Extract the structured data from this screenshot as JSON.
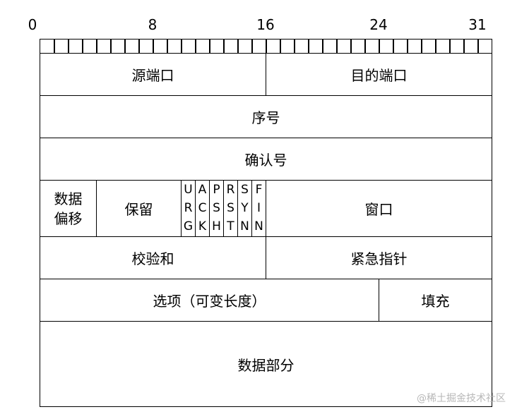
{
  "bit_labels": [
    "0",
    "8",
    "16",
    "24",
    "31"
  ],
  "fields": {
    "src_port": "源端口",
    "dst_port": "目的端口",
    "seq": "序号",
    "ack": "确认号",
    "offset_l1": "数据",
    "offset_l2": "偏移",
    "reserved": "保留",
    "window": "窗口",
    "checksum": "校验和",
    "urgent": "紧急指针",
    "options": "选项（可变长度）",
    "padding": "填充",
    "data": "数据部分"
  },
  "flags": [
    [
      "U",
      "R",
      "G"
    ],
    [
      "A",
      "C",
      "K"
    ],
    [
      "P",
      "S",
      "H"
    ],
    [
      "R",
      "S",
      "T"
    ],
    [
      "S",
      "Y",
      "N"
    ],
    [
      "F",
      "I",
      "N"
    ]
  ],
  "watermark": "@稀土掘金技术社区"
}
